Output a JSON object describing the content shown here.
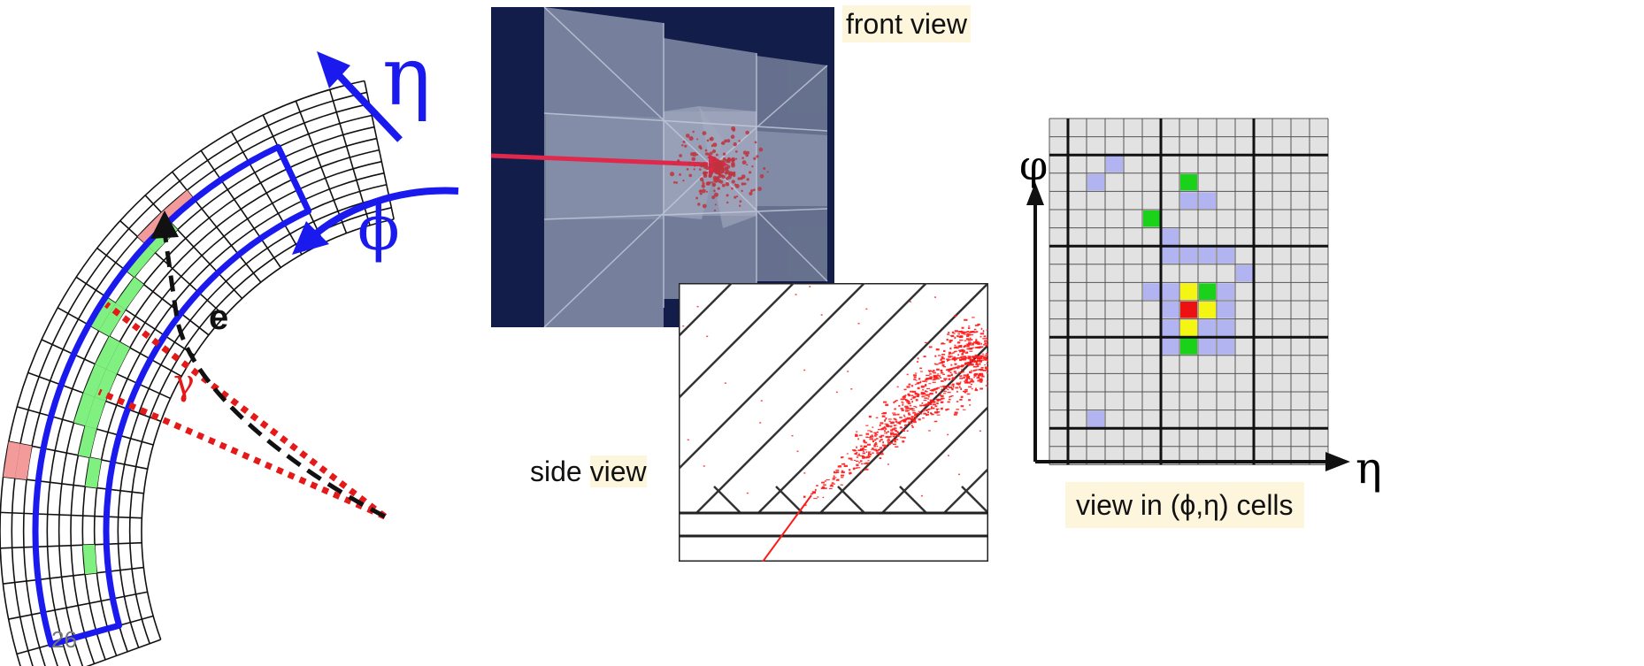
{
  "left_diagram": {
    "eta_symbol": "η",
    "phi_symbol": "ϕ",
    "electron_label": "e",
    "photon_label": "γ",
    "colors": {
      "cluster_outline": "#1a1aee",
      "seed_cells": "#80f080",
      "edge_cells": "#f39a9a",
      "photon": "#e41a1a",
      "electron": "#111111"
    }
  },
  "front_view": {
    "caption": "front view",
    "colors": {
      "background": "#121d4a",
      "blocks": "#8d97b0",
      "shower": "#c0323c"
    }
  },
  "side_view": {
    "caption_prefix": "side ",
    "caption_highlight": "view",
    "colors": {
      "shower": "#ff1a1a",
      "absorber": "#222222"
    }
  },
  "cell_map": {
    "y_axis_symbol": "φ",
    "x_axis_symbol": "η",
    "caption": "view in (ϕ,η) cells",
    "colors": {
      "grid_fill": "#e2e2e2",
      "low_energy": "#b2b4f2",
      "medium_energy": "#19d219",
      "high_energy": "#f5f514",
      "peak_energy": "#ee1111"
    }
  },
  "page_number": "26"
}
